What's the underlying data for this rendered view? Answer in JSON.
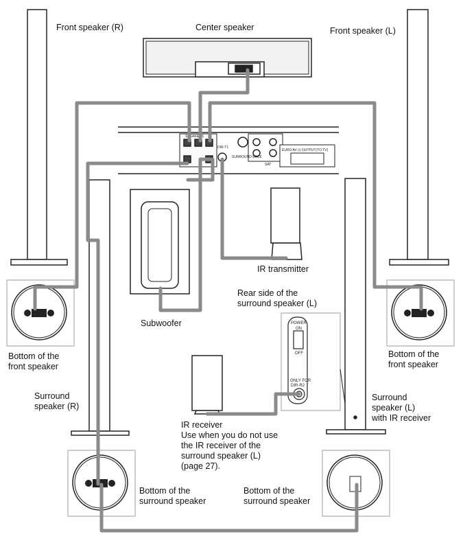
{
  "labels": {
    "front_speaker_r": "Front speaker (R)",
    "center_speaker": "Center speaker",
    "front_speaker_l": "Front speaker (L)",
    "ir_transmitter": "IR transmitter",
    "rear_side_surround_l": "Rear side of the\nsurround speaker (L)",
    "subwoofer": "Subwoofer",
    "bottom_front_left": "Bottom of the\nfront speaker",
    "bottom_front_right": "Bottom of the\nfront speaker",
    "surround_speaker_r": "Surround\nspeaker (R)",
    "surround_speaker_l": "Surround\nspeaker (L)\nwith IR receiver",
    "ir_receiver_note": "IR receiver\nUse when you do not use\nthe IR receiver of the\nsurround speaker (L)\n(page 27).",
    "bottom_surround_left": "Bottom of the\nsurround speaker",
    "bottom_surround_right": "Bottom of the\nsurround speaker"
  },
  "panel": {
    "power": "POWER",
    "on": "ON",
    "off": "OFF",
    "only_for": "ONLY FOR",
    "dir": "DIR-R2",
    "receiver_output": "EURO AV ⊡ OUTPUT(TO TV)",
    "dir_t1": "DIR-T1",
    "surround_back": "SURROUND BACK",
    "sat": "SAT",
    "speakers": "SPEAKERS"
  },
  "colors": {
    "cable": "#8a8a8a",
    "outline": "#222222",
    "inset_border": "#bdbdbd"
  }
}
